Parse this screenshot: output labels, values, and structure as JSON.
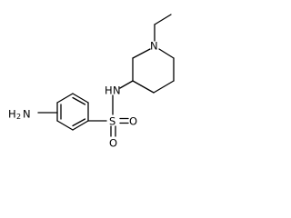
{
  "molecule": {
    "atoms": {
      "amine_h": "H",
      "amine_h_count": "2",
      "amine_n": "N",
      "sulfur": "S",
      "oxygen_bottom": "O",
      "oxygen_right": "O",
      "sulfonamide_n": "N",
      "sulfonamide_h": "H",
      "piperidine_n": "N"
    },
    "colors": {
      "bond": "#000000",
      "text": "#000000"
    }
  }
}
